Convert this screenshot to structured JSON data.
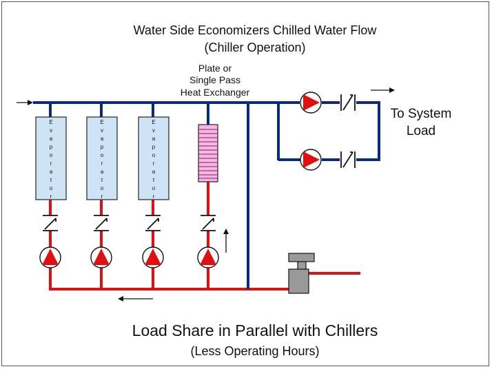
{
  "title": {
    "line1": "Water Side Economizers Chilled Water Flow",
    "line2": "(Chiller Operation)"
  },
  "heat_exchanger_label": {
    "line1": "Plate or",
    "line2": "Single Pass",
    "line3": "Heat Exchanger"
  },
  "system_load_label": {
    "line1": "To System",
    "line2": "Load"
  },
  "evaporator_label_letters": [
    "E",
    "v",
    "a",
    "p",
    "o",
    "r",
    "a",
    "t",
    "o",
    "r"
  ],
  "footer": {
    "line1": "Load Share in Parallel with Chillers",
    "line2": "(Less Operating Hours)"
  },
  "colors": {
    "chilled_supply": "#0a2a7a",
    "return": "#dd1111",
    "pump_fill": "#e01010",
    "evaporator_fill": "#cfe3f7",
    "heat_exchanger_fill": "#f6b7e2",
    "tank_fill": "#9a9a9a"
  },
  "icons": [
    "pump-icon",
    "valve-icon",
    "flow-arrow-icon",
    "expansion-tank-icon"
  ]
}
